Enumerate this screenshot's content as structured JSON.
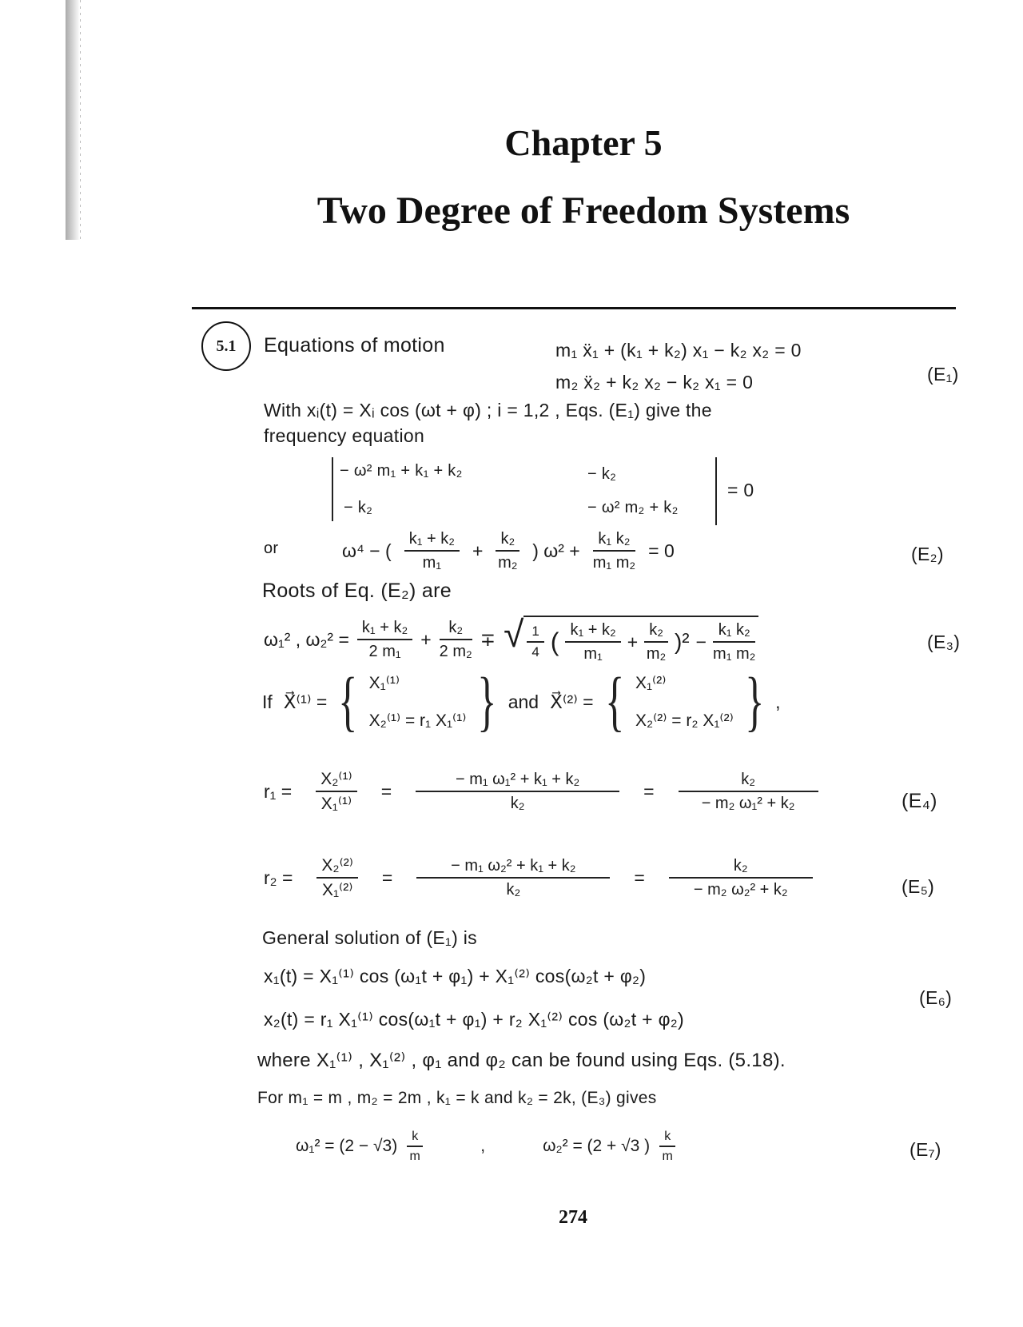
{
  "chapter": {
    "label": "Chapter 5",
    "title": "Two Degree of Freedom Systems"
  },
  "problem": {
    "number": "5.1",
    "heading": "Equations of motion",
    "eom1": "m₁ ẍ₁ + (k₁ + k₂) x₁ −  k₂ x₂ = 0",
    "eom2": "m₂ ẍ₂ +  k₂ x₂ − k₂ x₁    =  0",
    "tag_e1": "(E₁)",
    "with_line": "With   xᵢ(t) = Xᵢ cos (ωt + φ) ;  i = 1,2 ,   Eqs. (E₁) give the",
    "freq_line": "frequency equation",
    "det": {
      "a11": "− ω² m₁ + k₁ + k₂",
      "a12": "− k₂",
      "a21": "− k₂",
      "a22": "− ω² m₂ + k₂",
      "rhs": "=  0"
    },
    "e2": {
      "or": "or",
      "lead": "ω⁴ −  (",
      "f1n": "k₁ + k₂",
      "f1d": "m₁",
      "plus": "+",
      "f2n": "k₂",
      "f2d": "m₂",
      "mid": ") ω²  +",
      "f3n": "k₁ k₂",
      "f3d": "m₁ m₂",
      "rhs": "= 0",
      "tag": "(E₂)"
    },
    "roots_line": "Roots  of  Eq. (E₂)  are",
    "e3": {
      "lhs": "ω₁² , ω₂²     =",
      "f1n": "k₁ + k₂",
      "f1d": "2 m₁",
      "plus": "+",
      "f2n": "k₂",
      "f2d": "2 m₂",
      "mp": "∓",
      "sqrt": "√",
      "quarter_n": "1",
      "quarter_d": "4",
      "paren_open": "(",
      "g1n": "k₁ + k₂",
      "g1d": "m₁",
      "gplus": "+",
      "g2n": "k₂",
      "g2d": "m₂",
      "paren_close": ")²",
      "minus": "−",
      "g3n": "k₁ k₂",
      "g3d": "m₁ m₂",
      "tag": "(E₃)"
    },
    "vec": {
      "if": "If",
      "x1": "X⃗⁽¹⁾    =",
      "x1_top": "X₁⁽¹⁾",
      "x1_bot": "X₂⁽¹⁾  =  r₁  X₁⁽¹⁾",
      "and": "and",
      "x2": "X⃗⁽²⁾ =",
      "x2_top": "X₁⁽²⁾",
      "x2_bot": "X₂⁽²⁾  =  r₂  X₁⁽²⁾",
      "comma": ","
    },
    "e4": {
      "lhs": "r₁ =",
      "f1n": "X₂⁽¹⁾",
      "f1d": "X₁⁽¹⁾",
      "eq1": "=",
      "f2n": "− m₁ ω₁² + k₁ + k₂",
      "f2d": "k₂",
      "eq2": "=",
      "f3n": "k₂",
      "f3d": "− m₂ ω₁²  +  k₂",
      "tag": "(E₄)"
    },
    "e5": {
      "lhs": "r₂ =",
      "f1n": "X₂⁽²⁾",
      "f1d": "X₁⁽²⁾",
      "eq1": "=",
      "f2n": "− m₁ ω₂² + k₁ + k₂",
      "f2d": "k₂",
      "eq2": "=",
      "f3n": "k₂",
      "f3d": "− m₂ ω₂²  + k₂",
      "tag": "(E₅)"
    },
    "general_line": "General  solution  of  (E₁)  is",
    "x1t": "x₁(t)  =  X₁⁽¹⁾  cos (ω₁t + φ₁)  +  X₁⁽²⁾  cos(ω₂t + φ₂)",
    "x2t": "x₂(t)  =  r₁ X₁⁽¹⁾  cos(ω₁t + φ₁)  + r₂ X₁⁽²⁾  cos (ω₂t + φ₂)",
    "tag_e6": "(E₆)",
    "where_line": "where  X₁⁽¹⁾ ,  X₁⁽²⁾ ,  φ₁  and  φ₂  can  be  found  using  Eqs. (5.18).",
    "for_line": "For    m₁ = m ,   m₂ = 2m ,   k₁ =  k   and    k₂ = 2k,  (E₃)  gives",
    "e7": {
      "w1": "ω₁² =  (2 − √3)",
      "kn": "k",
      "md": "m",
      "sep": ",",
      "w2": "ω₂²  =  (2 +  √3 )",
      "tag": "(E₇)"
    }
  },
  "page_number": "274"
}
